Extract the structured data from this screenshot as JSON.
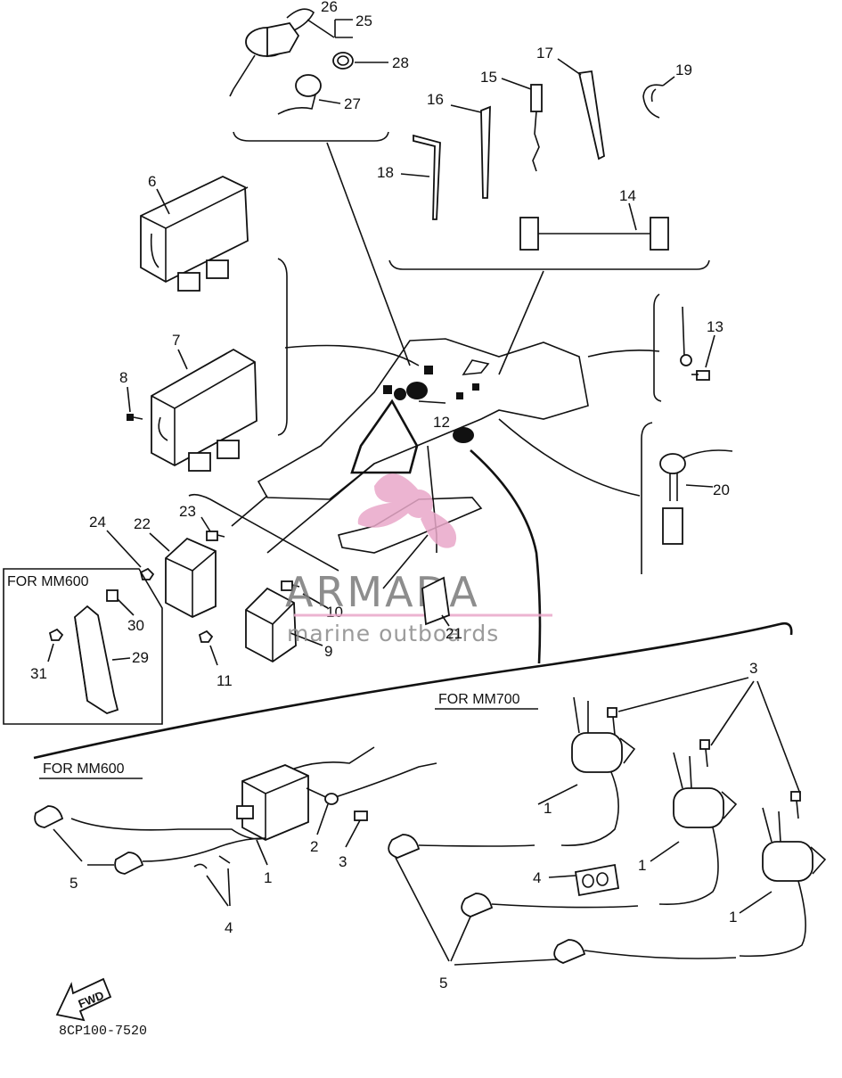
{
  "diagram": {
    "part_code": "8CP100-7520",
    "sections": {
      "mm600_top": "FOR MM600",
      "mm700": "FOR MM700",
      "mm600_bottom": "FOR MM600"
    },
    "fwd_arrow": "FWD",
    "callouts": {
      "n1a": "1",
      "n1b": "1",
      "n1c": "1",
      "n1d": "1",
      "n2": "2",
      "n3a": "3",
      "n3b": "3",
      "n4a": "4",
      "n4b": "4",
      "n5a": "5",
      "n5b": "5",
      "n6": "6",
      "n7": "7",
      "n8": "8",
      "n9": "9",
      "n10": "10",
      "n11": "11",
      "n12": "12",
      "n13": "13",
      "n14": "14",
      "n15": "15",
      "n16": "16",
      "n17": "17",
      "n18": "18",
      "n19": "19",
      "n20": "20",
      "n21": "21",
      "n22": "22",
      "n23": "23",
      "n24": "24",
      "n25": "25",
      "n26": "26",
      "n27": "27",
      "n28": "28",
      "n29": "29",
      "n30": "30",
      "n31": "31"
    }
  },
  "watermark": {
    "brand": "ARMADA",
    "tagline": "marine outboards",
    "color": "#e9a8c9",
    "icon": "propeller-logo"
  }
}
